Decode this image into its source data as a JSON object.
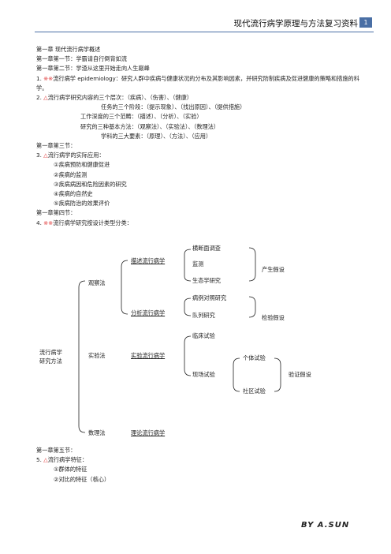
{
  "header": {
    "title": "现代流行病学原理与方法复习资料",
    "page": "1"
  },
  "lines": {
    "l1": "第一章  现代流行病学概述",
    "l2": "第一章第一节：学霸请自行倒背如流",
    "l3": "第一章第二节：学渣从这里开始走向人生巅峰",
    "q1_num": "1.",
    "q1_mark": "※※",
    "q1_text": "流行病学 epidemiology：研究人群中疾病与健康状况的分布及其影响因素，并研究防制疾病及促进健康的策略和措施的科学。",
    "q2_num": "2.",
    "q2_mark": "△",
    "q2_text": "流行病学研究内容的三个层次：（疾病）、（伤害）、（健康）",
    "q2_b": "任务的三个阶段：（提示现象）、（找出原因）、（提供措施）",
    "q2_c": "工作深度的三个范畴：（描述）、（分析）、（实验）",
    "q2_d": "研究的三种基本方法：（观察法）、（实验法）、（数理法）",
    "q2_e": "学科的三大要素：（原理）、（方法）、（应用）",
    "s3": "第一章第三节：",
    "q3_num": "3.",
    "q3_mark": "△",
    "q3_text": "流行病学的实际应用：",
    "q3_i1": "①疾病预防和健康促进",
    "q3_i2": "②疾病的监测",
    "q3_i3": "③疾病病因和危险因素的研究",
    "q3_i4": "④疾病的自然史",
    "q3_i5": "⑤疾病防治的效果评价",
    "s4": "第一章第四节：",
    "q4_num": "4.",
    "q4_mark": "※※",
    "q4_text": "流行病学研究按设计类型分类："
  },
  "diagram": {
    "root": "流行病学研究方法",
    "observe": "观察法",
    "experiment": "实验法",
    "math": "数理法",
    "descriptive": "描述流行病学",
    "analytic": "分析流行病学",
    "experimental": "实验流行病学",
    "theoretical": "理论流行病学",
    "cross_section": "横断面调查",
    "surveillance": "监测",
    "ecological": "生态学研究",
    "case_control": "病例对照研究",
    "cohort": "队列研究",
    "clinical": "临床试验",
    "field": "现场试验",
    "individual": "个体试验",
    "community": "社区试验",
    "hyp_generate": "产生假设",
    "hyp_test": "检验假设",
    "hyp_verify": "验证假设"
  },
  "bottom": {
    "s5": "第一章第五节：",
    "q5_num": "5.",
    "q5_mark": "△",
    "q5_text": "流行病学特征：",
    "q5_i1": "①群体的特征",
    "q5_i2": "②对比的特征（核心）"
  },
  "signature": "BY A.SUN",
  "colors": {
    "accent": "#4a6fa5",
    "mark": "#e03a3a"
  }
}
